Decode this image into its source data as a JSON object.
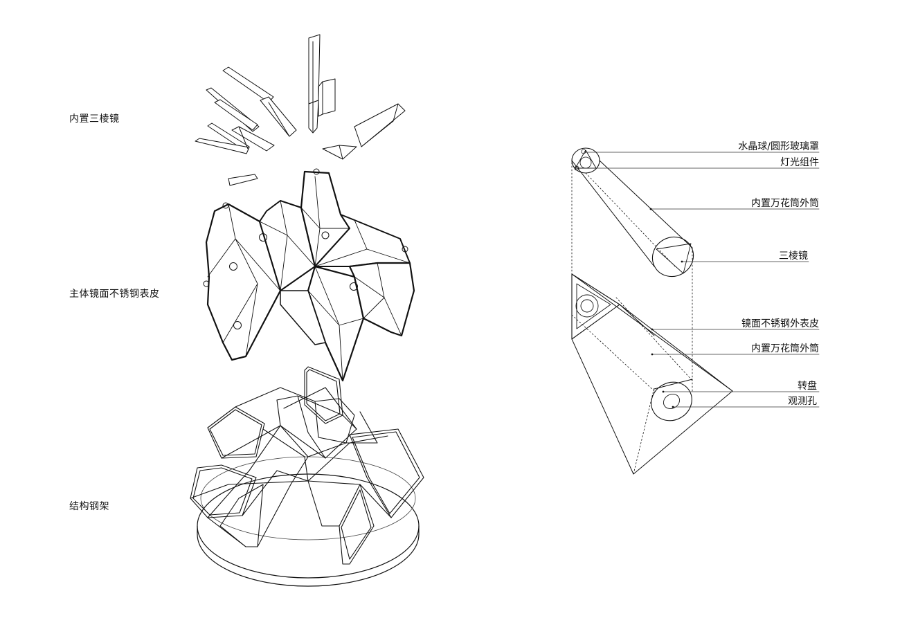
{
  "exploded_view": {
    "labels": [
      {
        "id": "prisms",
        "text": "内置三棱镜"
      },
      {
        "id": "skin",
        "text": "主体镜面不锈钢表皮"
      },
      {
        "id": "frame",
        "text": "结构钢架"
      }
    ]
  },
  "section_view": {
    "callouts": [
      {
        "id": "crystal-ball",
        "text": "水晶球/圆形玻璃罩"
      },
      {
        "id": "light-assembly",
        "text": "灯光组件"
      },
      {
        "id": "inner-tube-upper",
        "text": "内置万花筒外筒"
      },
      {
        "id": "triangular-prism",
        "text": "三棱镜"
      },
      {
        "id": "steel-outer-skin",
        "text": "镜面不锈钢外表皮"
      },
      {
        "id": "inner-tube-lower",
        "text": "内置万花筒外筒"
      },
      {
        "id": "turntable",
        "text": "转盘"
      },
      {
        "id": "viewing-hole",
        "text": "观测孔"
      }
    ]
  }
}
